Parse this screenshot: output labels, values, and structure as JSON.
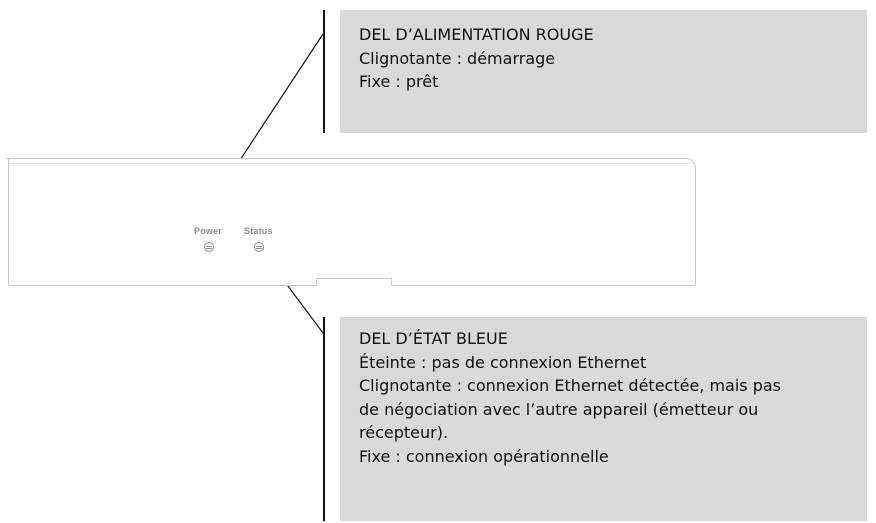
{
  "callouts": {
    "power": {
      "title": "DEL D’ALIMENTATION ROUGE",
      "line1": "Clignotante : démarrage",
      "line2": "Fixe : prêt"
    },
    "status": {
      "title": "DEL D’ÉTAT BLEUE",
      "line1": "Éteinte : pas de connexion Ethernet",
      "line2": "Clignotante : connexion Ethernet détectée, mais pas",
      "line3": "de négociation avec l’autre appareil (émetteur ou",
      "line4": "récepteur).",
      "line5": "Fixe : connexion opérationnelle"
    }
  },
  "device": {
    "power_label": "Power",
    "status_label": "Status",
    "power_led_icon": "led-indicator-icon",
    "status_led_icon": "led-indicator-icon"
  },
  "colors": {
    "callout_background": "#d9d9d9",
    "device_outline": "#c8c8c8",
    "label_gray": "#8a8a8a"
  }
}
